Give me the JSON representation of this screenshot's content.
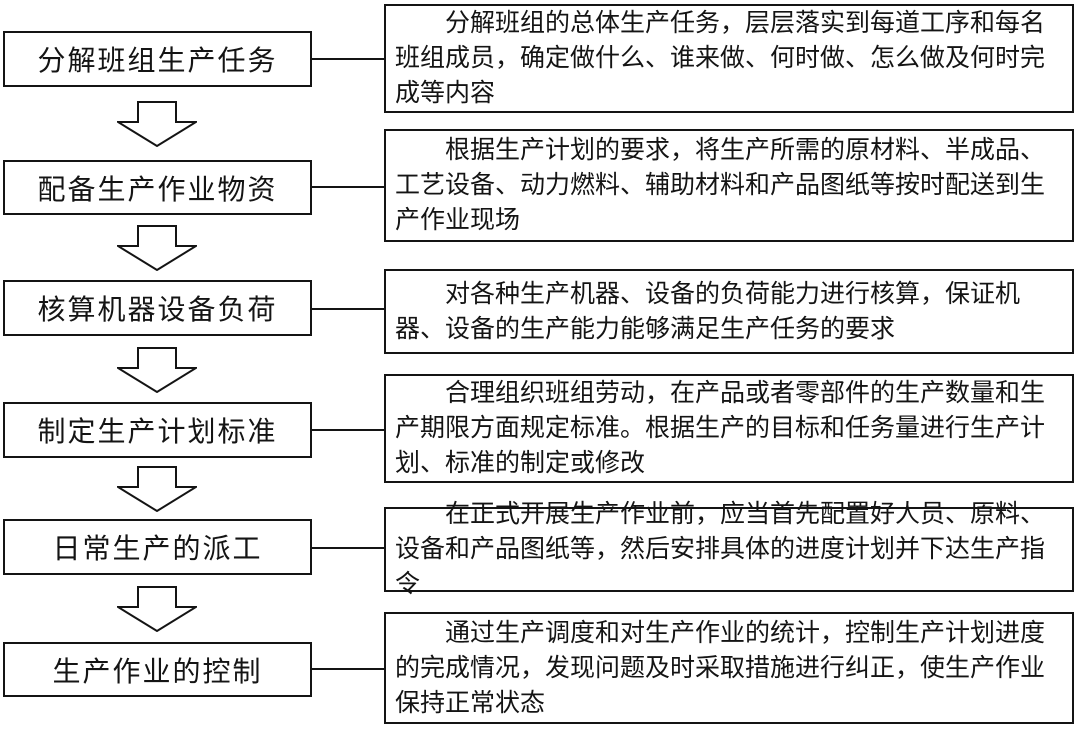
{
  "diagram": {
    "type": "flowchart",
    "orientation": "vertical",
    "colors": {
      "border": "#141414",
      "background": "#ffffff",
      "text": "#141414"
    },
    "steps": [
      {
        "label": "分解班组生产任务",
        "description": "分解班组的总体生产任务，层层落实到每道工序和每名班组成员，确定做什么、谁来做、何时做、怎么做及何时完成等内容"
      },
      {
        "label": "配备生产作业物资",
        "description": "根据生产计划的要求，将生产所需的原材料、半成品、工艺设备、动力燃料、辅助材料和产品图纸等按时配送到生产作业现场"
      },
      {
        "label": "核算机器设备负荷",
        "description": "对各种生产机器、设备的负荷能力进行核算，保证机器、设备的生产能力能够满足生产任务的要求"
      },
      {
        "label": "制定生产计划标准",
        "description": "合理组织班组劳动，在产品或者零部件的生产数量和生产期限方面规定标准。根据生产的目标和任务量进行生产计划、标准的制定或修改"
      },
      {
        "label": "日常生产的派工",
        "description": "在正式开展生产作业前，应当首先配置好人员、原料、设备和产品图纸等，然后安排具体的进度计划并下达生产指令"
      },
      {
        "label": "生产作业的控制",
        "description": "通过生产调度和对生产作业的统计，控制生产计划进度的完成情况，发现问题及时采取措施进行纠正，使生产作业保持正常状态"
      }
    ]
  }
}
